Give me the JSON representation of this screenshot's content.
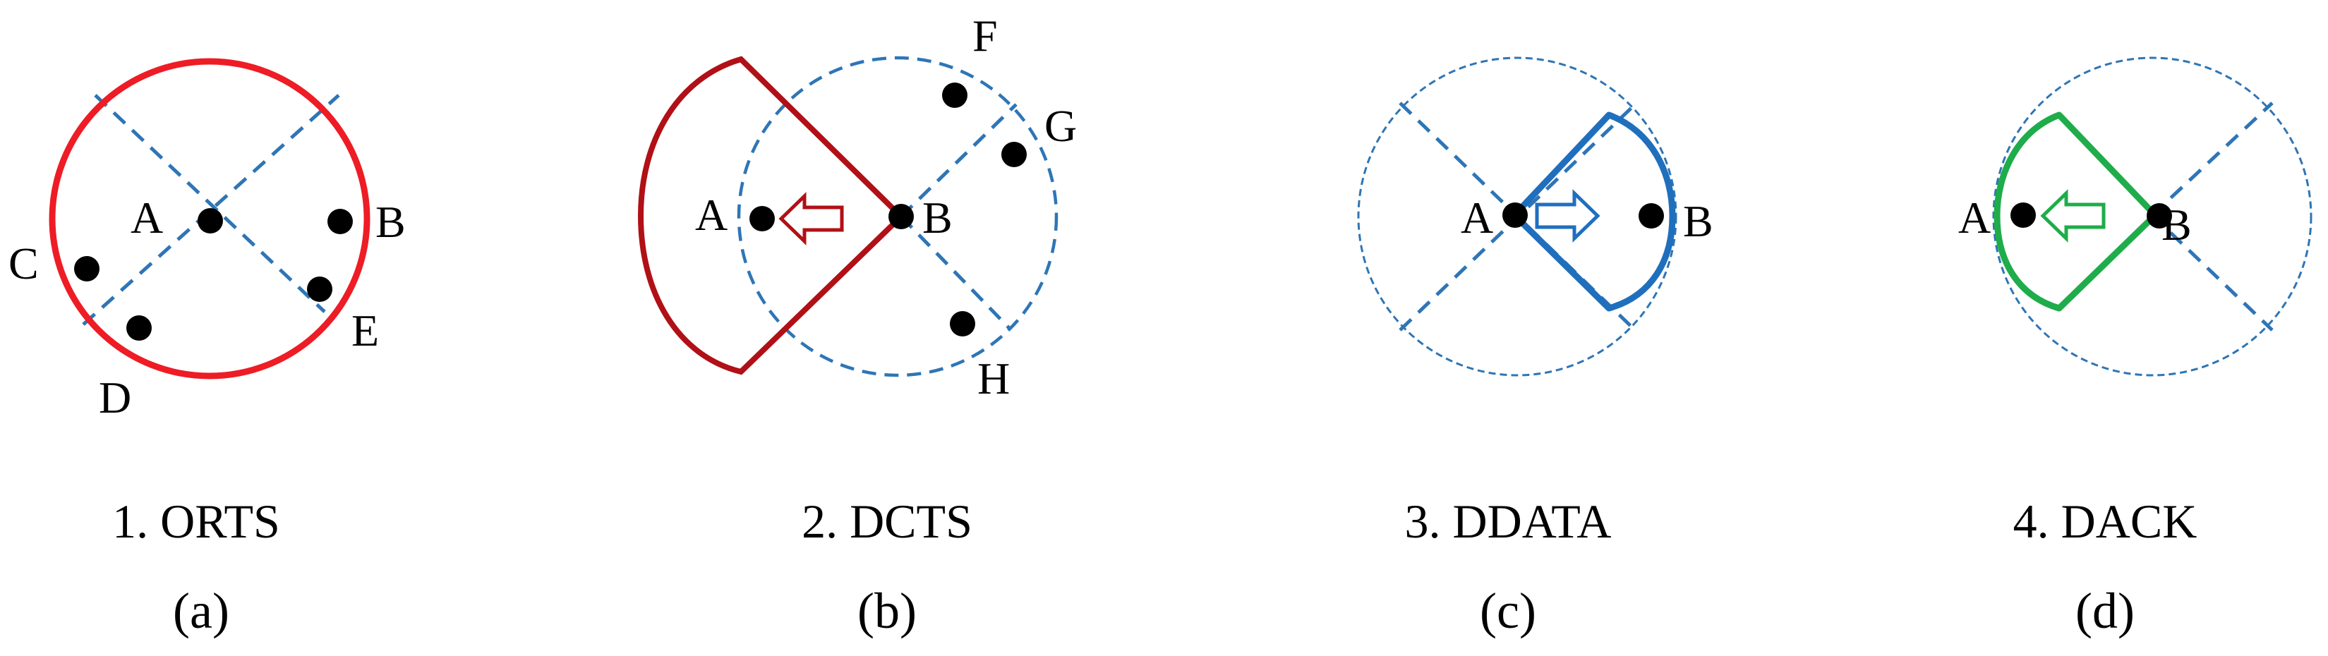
{
  "colors": {
    "red": "#ee1c25",
    "dark_red": "#b01016",
    "blue": "#1f6fbd",
    "dashed_blue": "#2e75b6",
    "green": "#1fac4a",
    "black": "#000000"
  },
  "panels": [
    {
      "id": "a",
      "caption": "1. ORTS",
      "sublabel": "(a)",
      "nodes": [
        "A",
        "B",
        "C",
        "D",
        "E"
      ]
    },
    {
      "id": "b",
      "caption": "2. DCTS",
      "sublabel": "(b)",
      "nodes": [
        "A",
        "B",
        "F",
        "G",
        "H"
      ]
    },
    {
      "id": "c",
      "caption": "3. DDATA",
      "sublabel": "(c)",
      "nodes": [
        "A",
        "B"
      ]
    },
    {
      "id": "d",
      "caption": "4. DACK",
      "sublabel": "(d)",
      "nodes": [
        "A",
        "B"
      ]
    }
  ]
}
